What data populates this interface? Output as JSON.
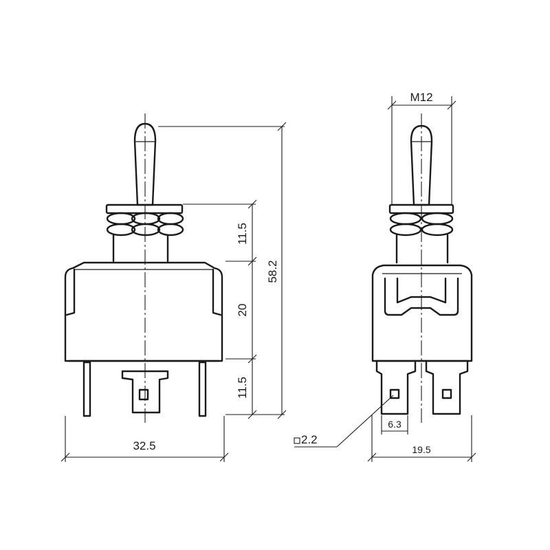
{
  "dimensions": {
    "width_front": "32.5",
    "bushing_height": "11.5",
    "total_height": "58.2",
    "body_height": "20",
    "terminal_length": "11.5",
    "thread": "M12",
    "width_side": "19.5",
    "terminal_width": "6.3",
    "hole_size": "2.2"
  }
}
